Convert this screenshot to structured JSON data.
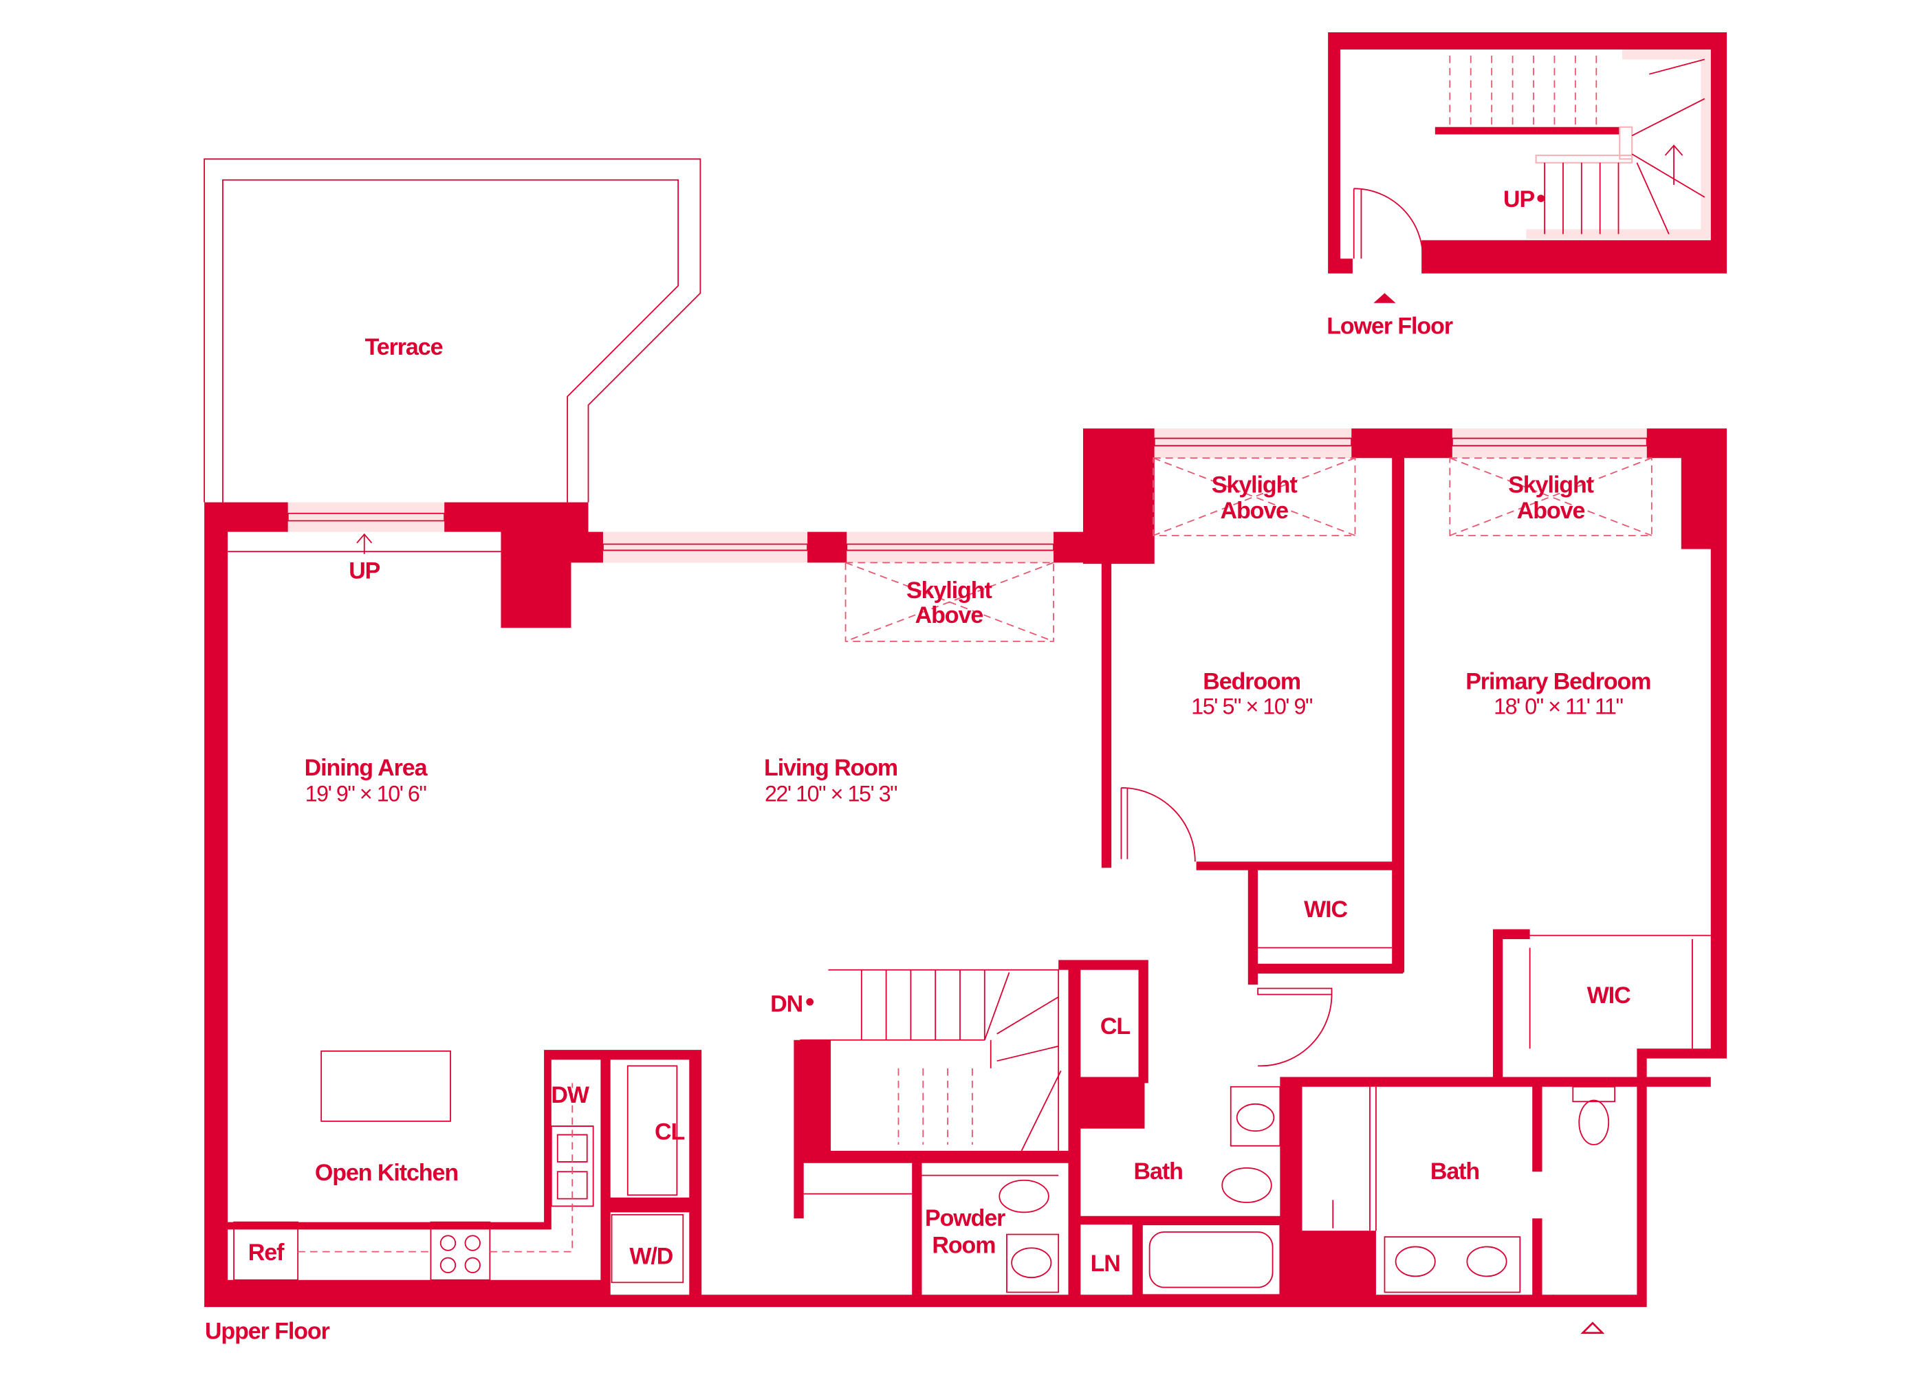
{
  "colors": {
    "accent": "#dc0032",
    "tint": "#fde3e3"
  },
  "floors": {
    "upper": "Upper Floor",
    "lower": "Lower Floor"
  },
  "lower_floor": {
    "up": "UP"
  },
  "rooms": {
    "terrace": "Terrace",
    "up": "UP",
    "skylight_line1": "Skylight",
    "skylight_line2": "Above",
    "dining": {
      "name": "Dining Area",
      "dims": "19' 9\" × 10' 6\""
    },
    "living": {
      "name": "Living Room",
      "dims": "22' 10\" × 15' 3\""
    },
    "bedroom": {
      "name": "Bedroom",
      "dims": "15' 5\" × 10' 9\""
    },
    "primary": {
      "name": "Primary Bedroom",
      "dims": "18' 0\" × 11' 11\""
    },
    "wic": "WIC",
    "dn": "DN",
    "cl": "CL",
    "kitchen": "Open Kitchen",
    "dw": "DW",
    "ref": "Ref",
    "wd": "W/D",
    "bath": "Bath",
    "powder_line1": "Powder",
    "powder_line2": "Room",
    "ln": "LN"
  }
}
